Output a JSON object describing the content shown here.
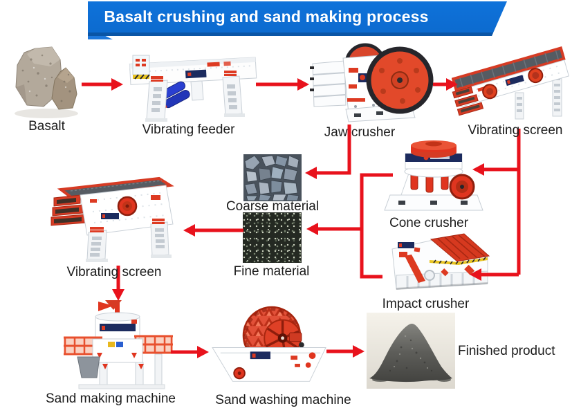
{
  "banner": {
    "title": "Basalt crushing and sand making process"
  },
  "colors": {
    "banner_blue": "#0d70d9",
    "banner_shade": "#0a55a6",
    "arrow_red": "#e8121c",
    "machine_red": "#dd3a22",
    "logo_navy": "#1c2b5e"
  },
  "nodes": {
    "basalt": {
      "label": "Basalt"
    },
    "vibrating_feeder": {
      "label": "Vibrating feeder"
    },
    "jaw_crusher": {
      "label": "Jaw crusher"
    },
    "vibrating_screen_top": {
      "label": "Vibrating screen"
    },
    "coarse_material": {
      "label": "Coarse material"
    },
    "cone_crusher": {
      "label": "Cone crusher"
    },
    "fine_material": {
      "label": "Fine material"
    },
    "impact_crusher": {
      "label": "Impact crusher"
    },
    "vibrating_screen_left": {
      "label": "Vibrating screen"
    },
    "sand_making_machine": {
      "label": "Sand making machine"
    },
    "sand_washing_machine": {
      "label": "Sand washing machine"
    },
    "finished_product": {
      "label": "Finished product"
    }
  }
}
